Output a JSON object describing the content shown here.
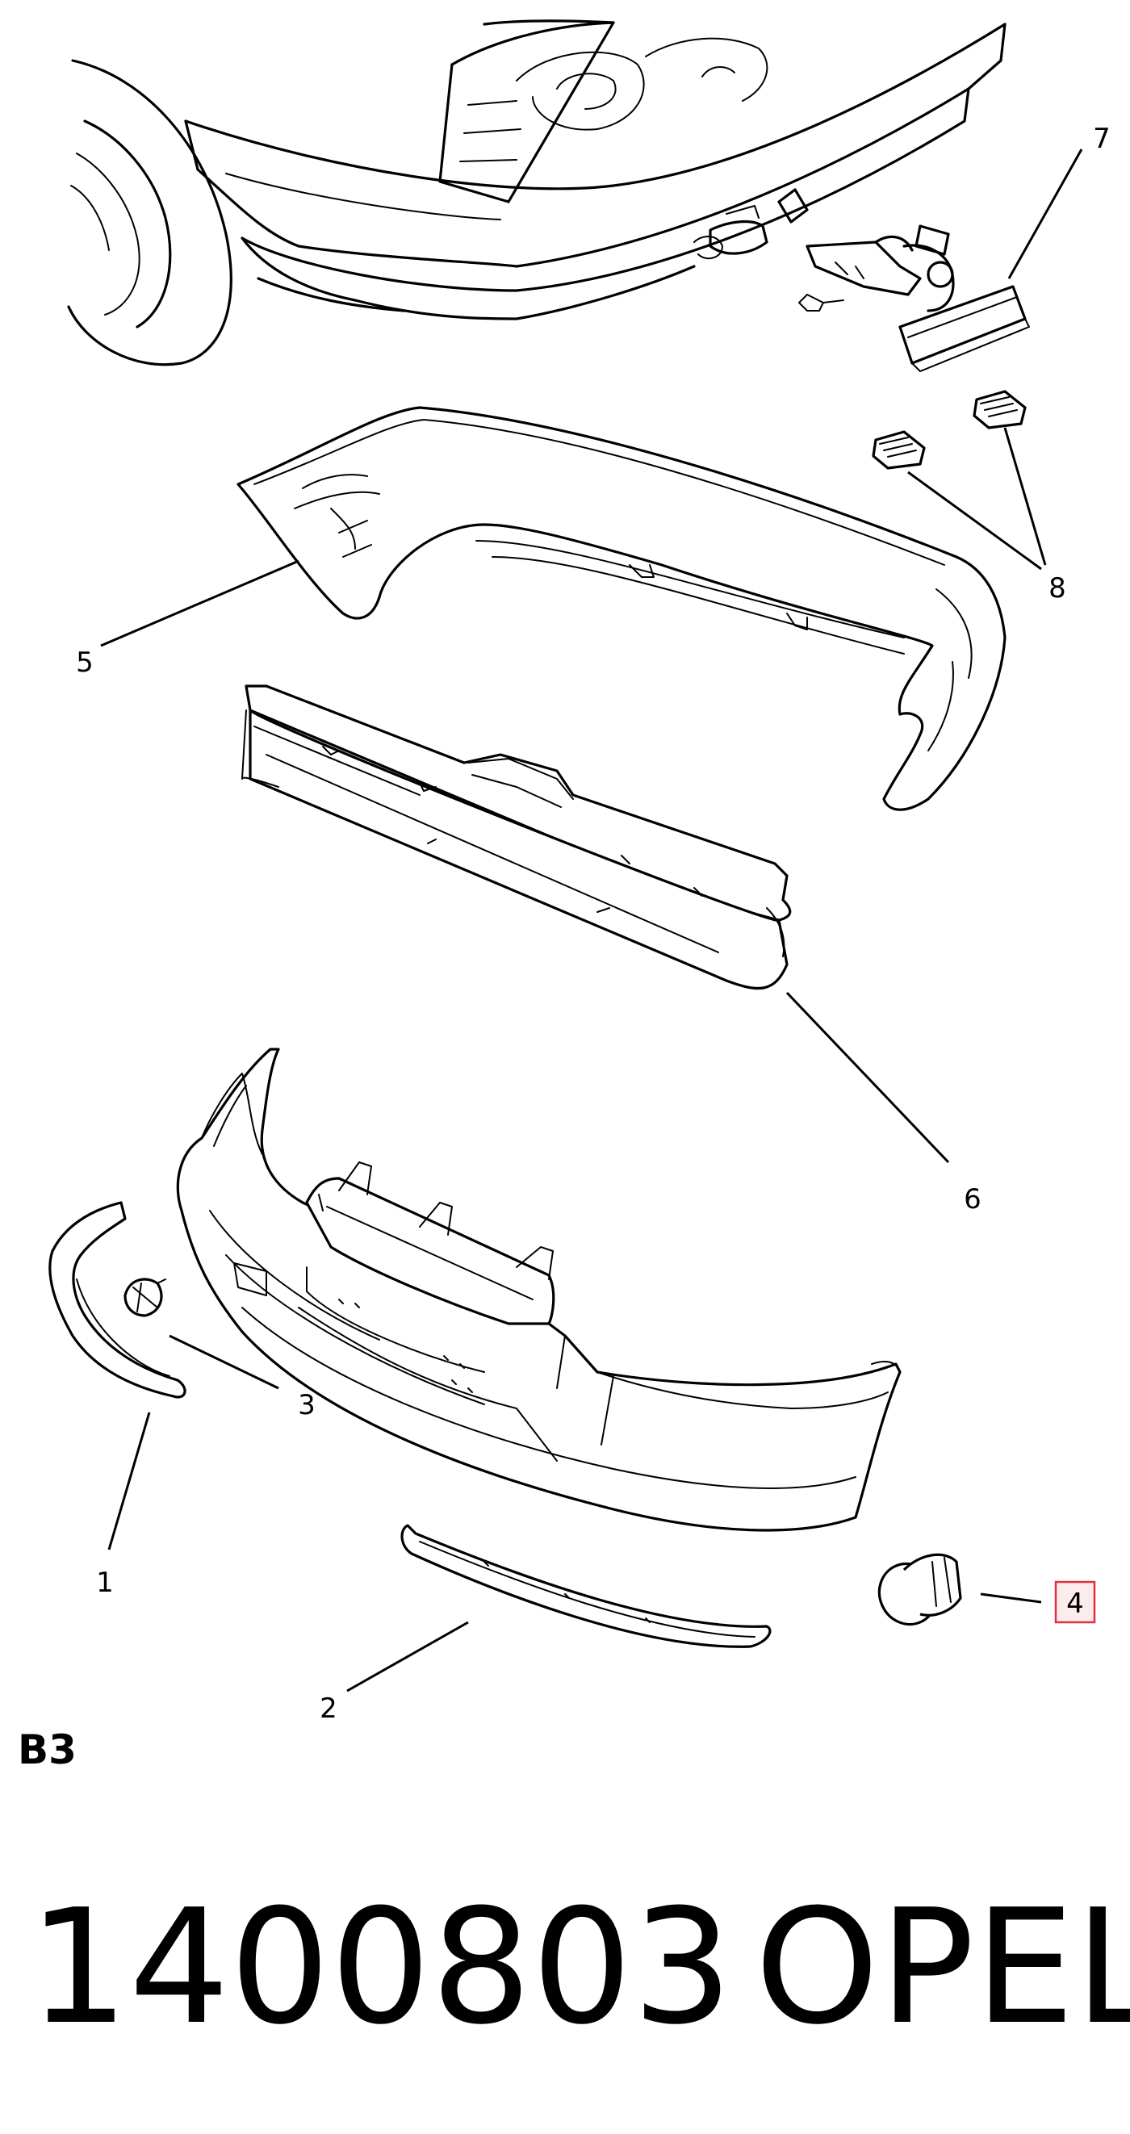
{
  "callouts": [
    {
      "id": "1",
      "label": "1",
      "highlighted": false
    },
    {
      "id": "2",
      "label": "2",
      "highlighted": false
    },
    {
      "id": "3",
      "label": "3",
      "highlighted": false
    },
    {
      "id": "4",
      "label": "4",
      "highlighted": true
    },
    {
      "id": "5",
      "label": "5",
      "highlighted": false
    },
    {
      "id": "6",
      "label": "6",
      "highlighted": false
    },
    {
      "id": "7",
      "label": "7",
      "highlighted": false
    },
    {
      "id": "8",
      "label": "8",
      "highlighted": false
    }
  ],
  "section_code": "B3",
  "part_number": "1400803",
  "brand": "OPEL",
  "colors": {
    "line": "#000000",
    "background": "#ffffff",
    "highlight_border": "#e0313c",
    "highlight_fill": "#fdecee"
  }
}
